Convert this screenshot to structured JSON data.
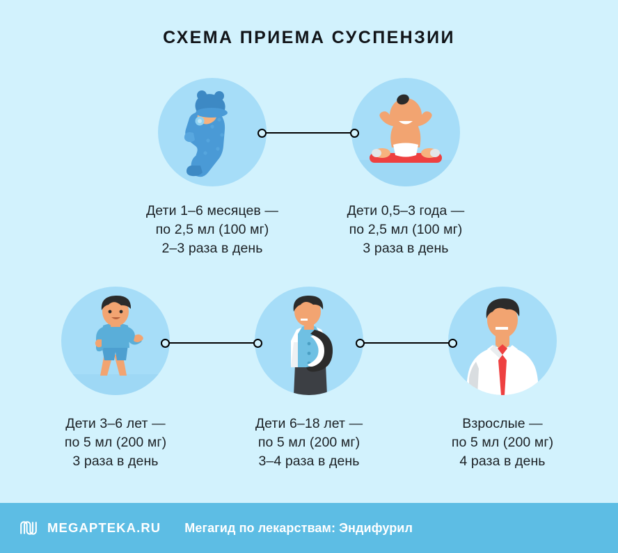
{
  "title": "СХЕМА ПРИЕМА СУСПЕНЗИИ",
  "colors": {
    "background": "#d2f2fd",
    "circle": "#a6ddf8",
    "connector": "#000000",
    "footer_bar": "#5dbde4",
    "text": "#1b2024",
    "footer_text": "#ffffff",
    "accent_red": "#ee4040",
    "skin": "#f2a471",
    "hair": "#2b2b2b"
  },
  "nodes": [
    {
      "icon": "sleeping-baby-icon",
      "caption": "Дети 1–6 месяцев —\nпо 2,5 мл (100 мг)\n2–3 раза в день",
      "age_range": "1–6 месяцев",
      "dose_ml": "2,5 мл",
      "dose_mg": "100 мг",
      "frequency": "2–3 раза в день"
    },
    {
      "icon": "sitting-toddler-icon",
      "caption": "Дети 0,5–3 года —\nпо 2,5 мл (100 мг)\n3 раза в день",
      "age_range": "0,5–3 года",
      "dose_ml": "2,5 мл",
      "dose_mg": "100 мг",
      "frequency": "3 раза в день"
    },
    {
      "icon": "standing-boy-icon",
      "caption": "Дети 3–6 лет —\nпо 5 мл (200 мг)\n3 раза в день",
      "age_range": "3–6 лет",
      "dose_ml": "5 мл",
      "dose_mg": "200 мг",
      "frequency": "3 раза в день"
    },
    {
      "icon": "schoolboy-with-backpack-icon",
      "caption": "Дети 6–18 лет —\nпо 5 мл (200 мг)\n3–4 раза в день",
      "age_range": "6–18 лет",
      "dose_ml": "5 мл",
      "dose_mg": "200 мг",
      "frequency": "3–4 раза в день"
    },
    {
      "icon": "adult-man-icon",
      "caption": "Взрослые —\nпо 5 мл (200 мг)\n4 раза в день",
      "age_range": "Взрослые",
      "dose_ml": "5 мл",
      "dose_mg": "200 мг",
      "frequency": "4 раза в день"
    }
  ],
  "footer": {
    "logo_icon": "megapteka-monogram-icon",
    "logo_text": "MEGAPTEKA.RU",
    "note": "Мегагид по лекарствам: Эндифурил"
  }
}
